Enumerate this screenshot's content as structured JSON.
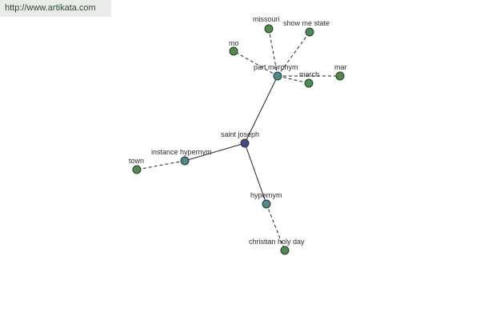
{
  "header": {
    "url": "http://www.artikata.com"
  },
  "colors": {
    "root": "#3e4a8c",
    "relation": "#4a8a8e",
    "leaf": "#4e8c4e"
  },
  "nodes": {
    "root": "saint joseph",
    "part_meronym": "part meronym",
    "instance_hypernym": "instance hypernym",
    "hypernym": "hypernym",
    "missouri": "missouri",
    "show_me_state": "show me state",
    "mo": "mo",
    "march": "march",
    "mar": "mar",
    "town": "town",
    "christian_holy_day": "christian holy day"
  }
}
